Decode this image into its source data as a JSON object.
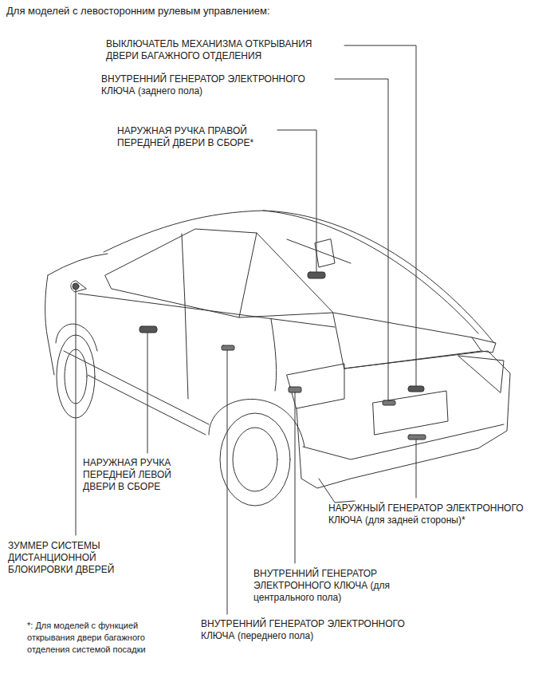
{
  "diagram": {
    "title": "Для моделей с левосторонним рулевым управлением:",
    "labels": [
      "ВЫКЛЮЧАТЕЛЬ МЕХАНИЗМА ОТКРЫВАНИЯ ДВЕРИ БАГАЖНОГО ОТДЕЛЕНИЯ",
      "ВНУТРЕННИЙ ГЕНЕРАТОР ЭЛЕКТРОННОГО КЛЮЧА (заднего пола)",
      "НАРУЖНАЯ РУЧКА ПРАВОЙ ПЕРЕДНЕЙ ДВЕРИ В СБОРЕ*",
      "НАРУЖНАЯ РУЧКА ПЕРЕДНЕЙ ЛЕВОЙ ДВЕРИ В СБОРЕ",
      "НАРУЖНЫЙ ГЕНЕРАТОР ЭЛЕКТРОННОГО КЛЮЧА (для задней стороны)*",
      "ЗУММЕР СИСТЕМЫ ДИСТАНЦИОННОЙ БЛОКИРОВКИ ДВЕРЕЙ",
      "ВНУТРЕННИЙ ГЕНЕРАТОР ЭЛЕКТРОННОГО КЛЮЧА (для центрального пола)",
      "ВНУТРЕННИЙ ГЕНЕРАТОР ЭЛЕКТРОННОГО КЛЮЧА (переднего пола)",
      "*: Для моделей с функцией открывания двери багажного отделения системой посадки"
    ]
  }
}
